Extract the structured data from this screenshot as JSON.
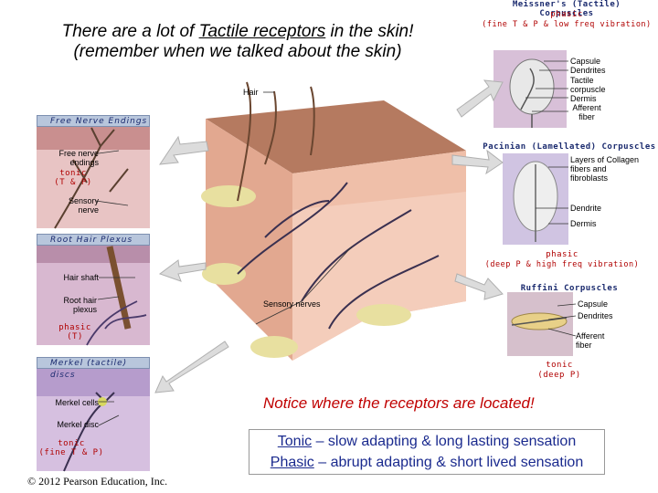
{
  "title": {
    "line1_pre": "There are a lot of ",
    "line1_link": "Tactile receptors",
    "line1_post": " in the skin!",
    "line2": "(remember when we talked about the skin)"
  },
  "left": {
    "free_nerve": {
      "header": "Free Nerve Endings",
      "free_label": "Free nerve endings",
      "tonic": "tonic",
      "tonic_sub": "(T & P)",
      "sensory": "Sensory nerve"
    },
    "root_hair": {
      "header": "Root Hair Plexus",
      "hair_shaft": "Hair shaft",
      "plexus": "Root hair plexus",
      "phasic": "phasic",
      "phasic_sub": "(T)"
    },
    "merkel": {
      "header": "Merkel (tactile) discs",
      "cells": "Merkel cells",
      "disc": "Merkel disc",
      "tonic": "tonic",
      "tonic_sub": "(fine T & P)"
    }
  },
  "center": {
    "hair": "Hair",
    "sensory_nerves": "Sensory nerves"
  },
  "right": {
    "meissner": {
      "header": "Meissner's (Tactile) Corpuscles",
      "phasic": "phasic",
      "detail": "(fine T & P & low freq vibration)",
      "capsule": "Capsule",
      "dendrites": "Dendrites",
      "tactile": "Tactile corpuscle",
      "dermis": "Dermis",
      "afferent": "Afferent fiber"
    },
    "pacinian": {
      "header": "Pacinian (Lamellated) Corpuscles",
      "layers": "Layers of Collagen fibers and fibroblasts",
      "dendrite": "Dendrite",
      "dermis": "Dermis",
      "phasic": "phasic",
      "detail": "(deep P & high freq vibration)"
    },
    "ruffini": {
      "header": "Ruffini Corpuscles",
      "capsule": "Capsule",
      "dendrites": "Dendrites",
      "afferent": "Afferent fiber",
      "tonic": "tonic",
      "tonic_sub": "(deep P)"
    }
  },
  "notice": "Notice where the receptors are located!",
  "summary": {
    "tonic_word": "Tonic",
    "tonic_rest": " – slow adapting & long lasting sensation",
    "phasic_word": "Phasic",
    "phasic_rest": " – abrupt adapting & short lived sensation"
  },
  "copyright": "© 2012 Pearson Education, Inc."
}
